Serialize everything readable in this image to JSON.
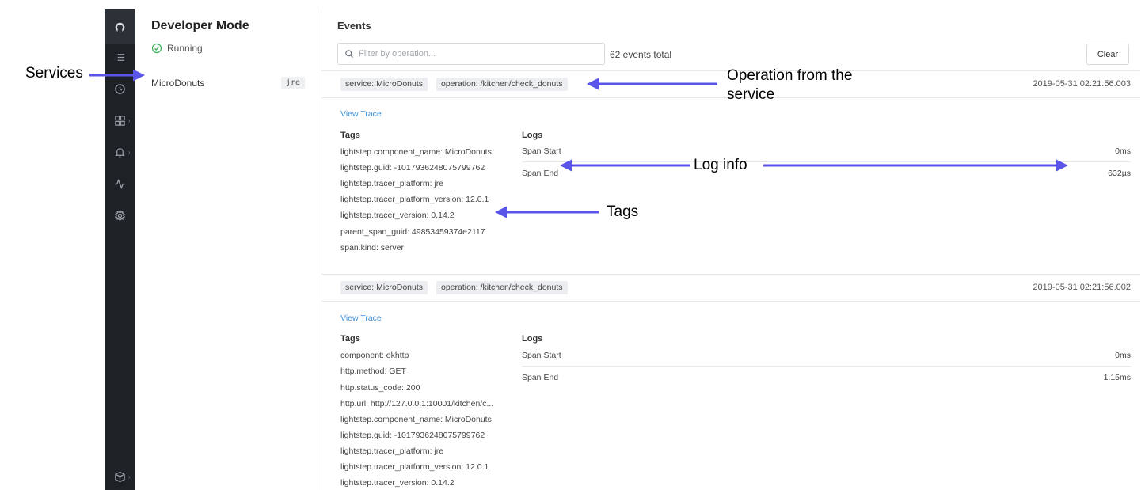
{
  "sidebar_rail": {
    "icons": [
      "lightstep-logo-icon",
      "list-icon",
      "clock-icon",
      "grid-icon",
      "bell-icon",
      "pulse-icon",
      "gear-icon",
      "box-icon"
    ]
  },
  "services_panel": {
    "title": "Developer Mode",
    "status": "Running",
    "services": [
      {
        "name": "MicroDonuts",
        "tag": "jre"
      }
    ]
  },
  "events": {
    "heading": "Events",
    "filter_placeholder": "Filter by operation...",
    "total": "62 events total",
    "clear_label": "Clear",
    "items": [
      {
        "service": "service: MicroDonuts",
        "operation": "operation: /kitchen/check_donuts",
        "time": "2019-05-31 02:21:56.003",
        "view_trace": "View Trace",
        "tags_heading": "Tags",
        "logs_heading": "Logs",
        "tags": [
          "lightstep.component_name: MicroDonuts",
          "lightstep.guid: -1017936248075799762",
          "lightstep.tracer_platform: jre",
          "lightstep.tracer_platform_version: 12.0.1",
          "lightstep.tracer_version: 0.14.2",
          "parent_span_guid: 49853459374e2117",
          "span.kind: server"
        ],
        "logs": [
          {
            "label": "Span Start",
            "value": "0ms"
          },
          {
            "label": "Span End",
            "value": "632µs"
          }
        ]
      },
      {
        "service": "service: MicroDonuts",
        "operation": "operation: /kitchen/check_donuts",
        "time": "2019-05-31 02:21:56.002",
        "view_trace": "View Trace",
        "tags_heading": "Tags",
        "logs_heading": "Logs",
        "tags": [
          "component: okhttp",
          "http.method: GET",
          "http.status_code: 200",
          "http.url: http://127.0.0.1:10001/kitchen/c...",
          "lightstep.component_name: MicroDonuts",
          "lightstep.guid: -1017936248075799762",
          "lightstep.tracer_platform: jre",
          "lightstep.tracer_platform_version: 12.0.1",
          "lightstep.tracer_version: 0.14.2"
        ],
        "logs": [
          {
            "label": "Span Start",
            "value": "0ms"
          },
          {
            "label": "Span End",
            "value": "1.15ms"
          }
        ]
      }
    ]
  },
  "annotations": {
    "services": "Services",
    "operation_line1": "Operation from the",
    "operation_line2": "service",
    "log_info": "Log info",
    "tags": "Tags",
    "arrow_color": "#5a55e8"
  },
  "colors": {
    "rail_bg": "#1e2126",
    "link": "#3c8fd8",
    "running": "#3fae5a"
  }
}
